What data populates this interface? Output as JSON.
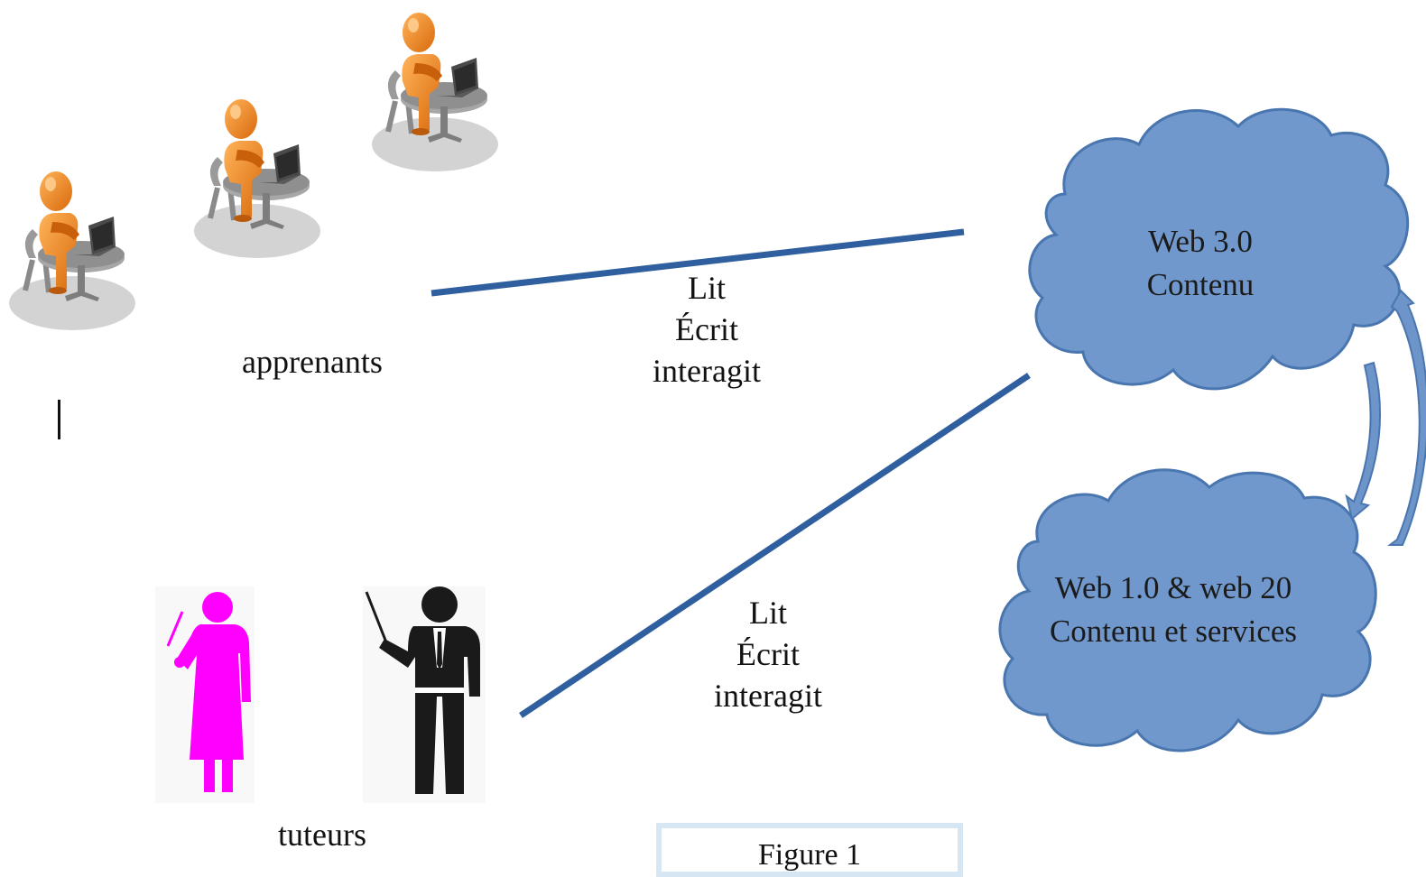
{
  "labels": {
    "learners": "apprenants",
    "tutors": "tuteurs"
  },
  "edge_top": {
    "line1": "Lit",
    "line2": "Écrit",
    "line3": "interagit"
  },
  "edge_bottom": {
    "line1": "Lit",
    "line2": "Écrit",
    "line3": "interagit"
  },
  "cloud_web3": {
    "line1": "Web 3.0",
    "line2": "Contenu"
  },
  "cloud_web12": {
    "line1": "Web 1.0 & web 20",
    "line2": "Contenu et services"
  },
  "caption": "Figure 1",
  "colors": {
    "connector": "#2f5f9f",
    "cloud_fill": "#7098cc",
    "cloud_stroke": "#4a76b0",
    "learner_figure": "#e87817",
    "female_tutor": "#ff00ff",
    "male_tutor": "#1a1a1a"
  }
}
